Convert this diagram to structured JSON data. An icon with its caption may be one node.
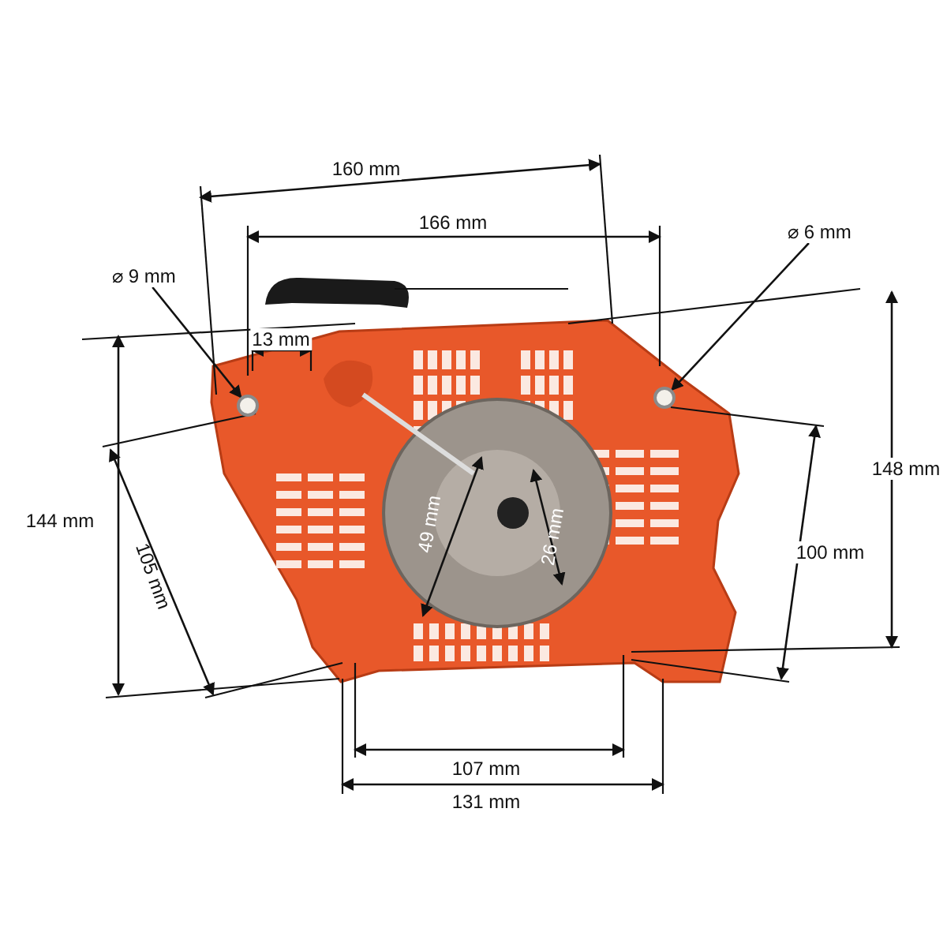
{
  "diagram": {
    "nodes": [
      {
        "text": [
          "⌀ 9 mm"
        ]
      },
      {
        "text": [],
        "shape": "circle"
      },
      {
        "text": [
          "⌀ 6 mm"
        ]
      },
      {
        "text": [],
        "shape": "circle"
      }
    ],
    "edges": [
      {
        "from": 0,
        "to": 1,
        "arrow": "to"
      },
      {
        "from": 2,
        "to": 3,
        "arrow": "to"
      }
    ],
    "labels": [
      "160 mm",
      "166 mm",
      "13 mm",
      "144 mm",
      "105 mm",
      "49 mm",
      "26 mm",
      "148 mm",
      "100 mm",
      "107 mm",
      "131 mm"
    ]
  }
}
